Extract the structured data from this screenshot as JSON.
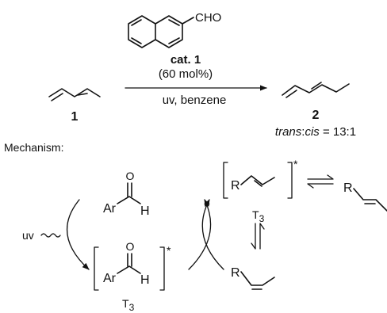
{
  "reaction": {
    "catalyst_group": "CHO",
    "catalyst_name": "cat. 1",
    "catalyst_loading": "(60 mol%)",
    "conditions": "uv, benzene",
    "substrate_label": "1",
    "product_label": "2",
    "selectivity_trans": "trans",
    "selectivity_sep": ":",
    "selectivity_cis": "cis",
    "selectivity_ratio": " = 13:1"
  },
  "mechanism": {
    "heading": "Mechanism:",
    "aryl": "Ar",
    "hydrogen": "H",
    "oxygen": "O",
    "excitation": "uv",
    "excited_marker": "*",
    "triplet_letter": "T",
    "triplet_index": "3",
    "substituent": "R"
  }
}
